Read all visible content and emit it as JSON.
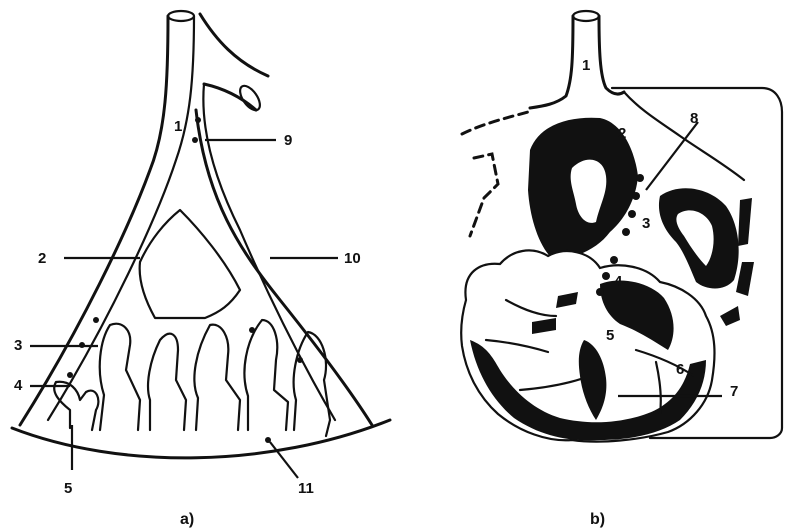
{
  "panel_a": {
    "caption": "a)",
    "labels": [
      {
        "key": "l1",
        "text": "1"
      },
      {
        "key": "l2",
        "text": "2"
      },
      {
        "key": "l3",
        "text": "3"
      },
      {
        "key": "l4",
        "text": "4"
      },
      {
        "key": "l5",
        "text": "5"
      },
      {
        "key": "l9",
        "text": "9"
      },
      {
        "key": "l10",
        "text": "10"
      },
      {
        "key": "l11",
        "text": "11"
      }
    ]
  },
  "panel_b": {
    "caption": "b)",
    "labels": [
      {
        "key": "l1",
        "text": "1"
      },
      {
        "key": "l2",
        "text": "2"
      },
      {
        "key": "l3",
        "text": "3"
      },
      {
        "key": "l4",
        "text": "4"
      },
      {
        "key": "l5",
        "text": "5"
      },
      {
        "key": "l6",
        "text": "6"
      },
      {
        "key": "l7",
        "text": "7"
      },
      {
        "key": "l8",
        "text": "8"
      }
    ]
  },
  "colors": {
    "ink": "#111111",
    "background": "#ffffff"
  }
}
